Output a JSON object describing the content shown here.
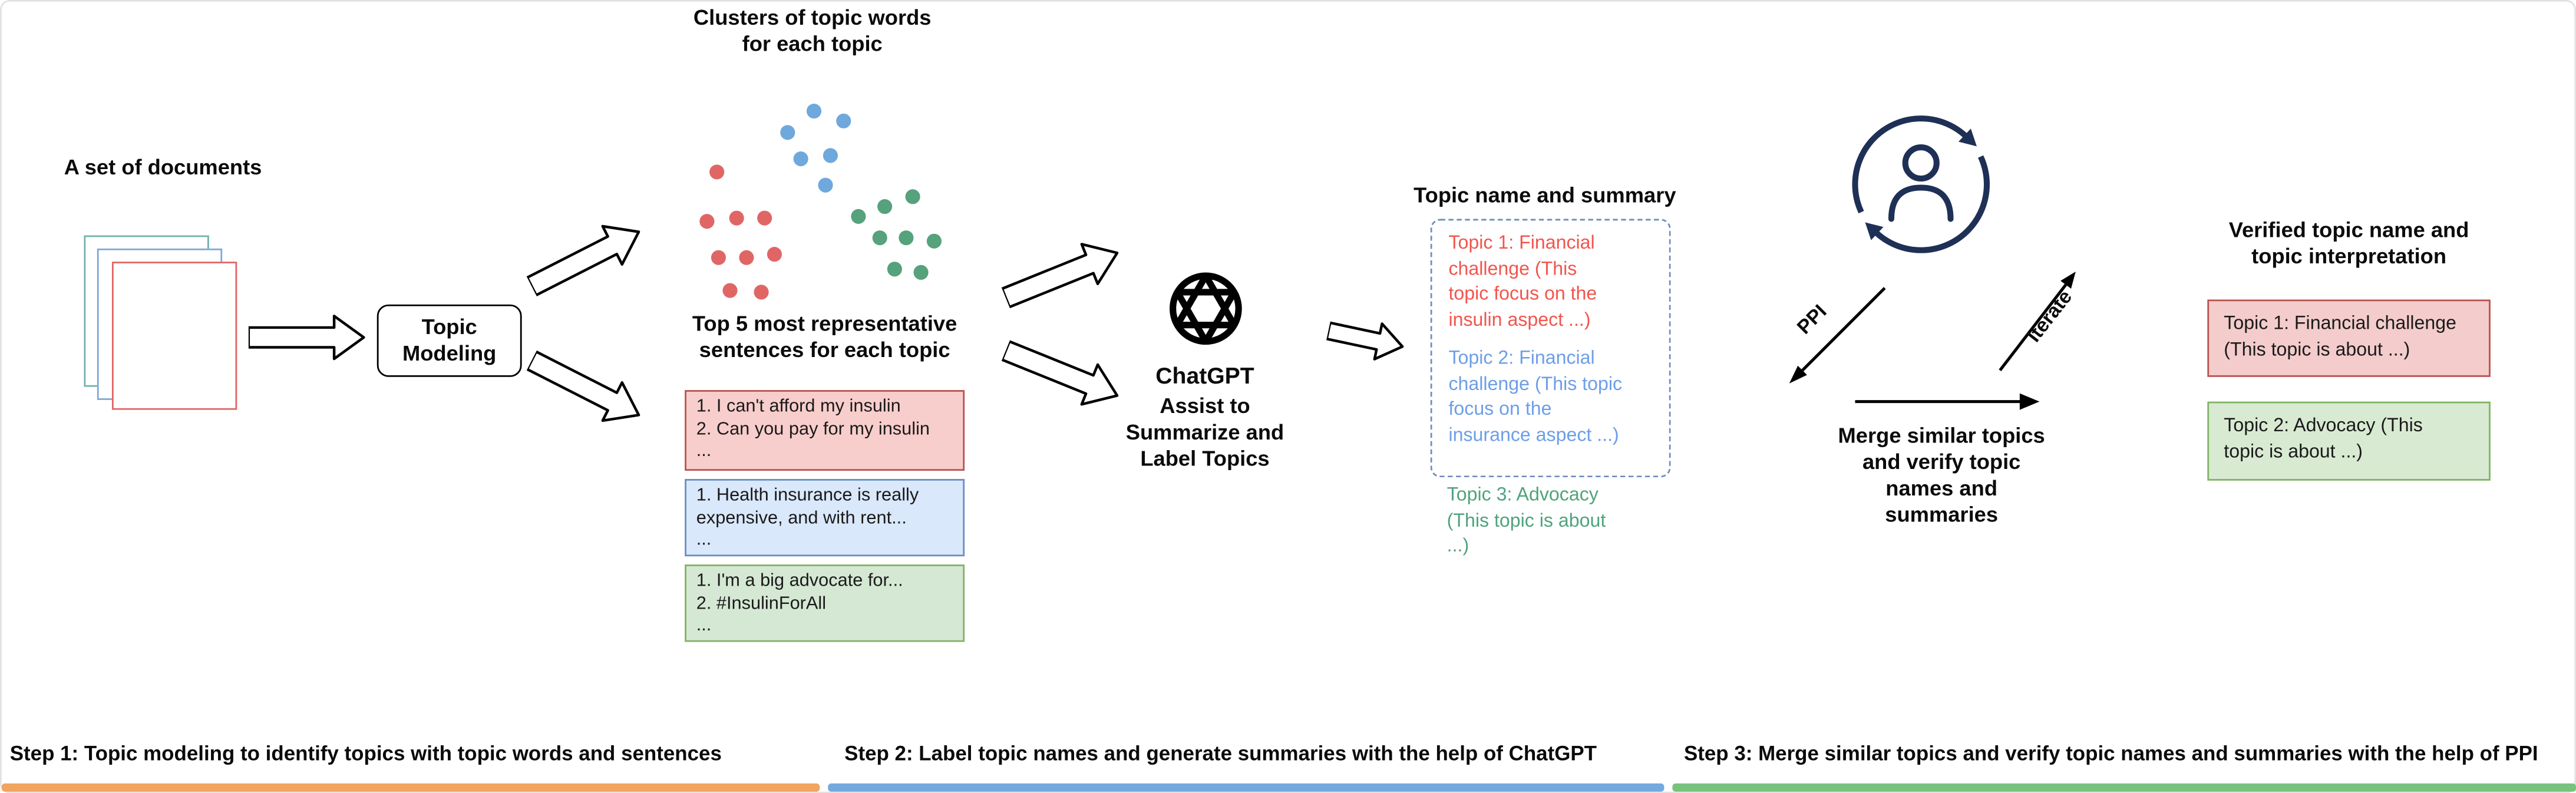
{
  "labels": {
    "documents": "A set of documents",
    "clusters_title": "Clusters of topic words\nfor each topic",
    "topic_modeling": "Topic\nModeling",
    "sentences_title": "Top 5 most representative\nsentences for each topic",
    "chatgpt_name": "ChatGPT",
    "chatgpt_caption": "Assist to\nSummarize and\nLabel Topics",
    "summary_title": "Topic name and summary",
    "ppi": "PPI",
    "iterate": "Iterate",
    "merge_caption": "Merge similar topics\nand verify topic\nnames and\nsummaries",
    "verified_title": "Verified topic name and\ntopic interpretation"
  },
  "document_stack": {
    "colors": [
      "#6fb3ac",
      "#7ea7d8",
      "#e06666"
    ]
  },
  "clusters": {
    "dot_groups": [
      {
        "name": "red-topic",
        "color": "#e06666",
        "points": [
          [
            17,
            45
          ],
          [
            11,
            75
          ],
          [
            29,
            73
          ],
          [
            46,
            73
          ],
          [
            18,
            97
          ],
          [
            35,
            97
          ],
          [
            52,
            95
          ],
          [
            25,
            117
          ],
          [
            44,
            118
          ]
        ]
      },
      {
        "name": "blue-topic",
        "color": "#6fa8dc",
        "points": [
          [
            60,
            21
          ],
          [
            76,
            8
          ],
          [
            94,
            14
          ],
          [
            68,
            37
          ],
          [
            86,
            35
          ],
          [
            83,
            53
          ]
        ]
      },
      {
        "name": "green-topic",
        "color": "#55a27c",
        "points": [
          [
            103,
            72
          ],
          [
            119,
            66
          ],
          [
            136,
            60
          ],
          [
            116,
            85
          ],
          [
            132,
            85
          ],
          [
            149,
            87
          ],
          [
            125,
            104
          ],
          [
            141,
            106
          ]
        ]
      }
    ]
  },
  "sentence_boxes": [
    {
      "fill": "#f8cecc",
      "border": "#b85450",
      "text": "1. I can't afford my insulin\n2. Can you pay for my insulin\n..."
    },
    {
      "fill": "#dae8fc",
      "border": "#6c8ebf",
      "text": "1. Health insurance is really\nexpensive, and with rent...\n..."
    },
    {
      "fill": "#d5e8d4",
      "border": "#82b366",
      "text": "1. I'm a big advocate for...\n2. #InsulinForAll\n..."
    }
  ],
  "summary_box": {
    "border": "#6c8ebf"
  },
  "summary_topics": [
    {
      "color": "#f2554d",
      "text": "Topic 1: Financial\nchallenge (This\ntopic focus on the\ninsulin aspect ...)"
    },
    {
      "color": "#6d9ee8",
      "text": "Topic 2: Financial\nchallenge (This topic\nfocus on the\ninsurance aspect ...)"
    },
    {
      "color": "#4fa37e",
      "text": "Topic 3: Advocacy\n(This topic is about\n...)"
    }
  ],
  "human_loop": {
    "icon_color": "#1f3056"
  },
  "verified_topics": [
    {
      "fill": "#f4cccc",
      "border": "#b85450",
      "text": "Topic 1: Financial challenge\n(This topic is about ...)"
    },
    {
      "fill": "#d9ead3",
      "border": "#82b366",
      "text": "Topic 2: Advocacy (This\ntopic is about ...)"
    }
  ],
  "steps": [
    {
      "label": "Step 1: Topic modeling to identify topics with topic words and sentences",
      "underline_color": "#f2a45f"
    },
    {
      "label": "Step 2: Label topic names and generate summaries with the help of ChatGPT",
      "underline_color": "#74a9dd"
    },
    {
      "label": "Step 3: Merge similar topics and verify topic names and summaries with the help of PPI",
      "underline_color": "#77c27c"
    }
  ]
}
